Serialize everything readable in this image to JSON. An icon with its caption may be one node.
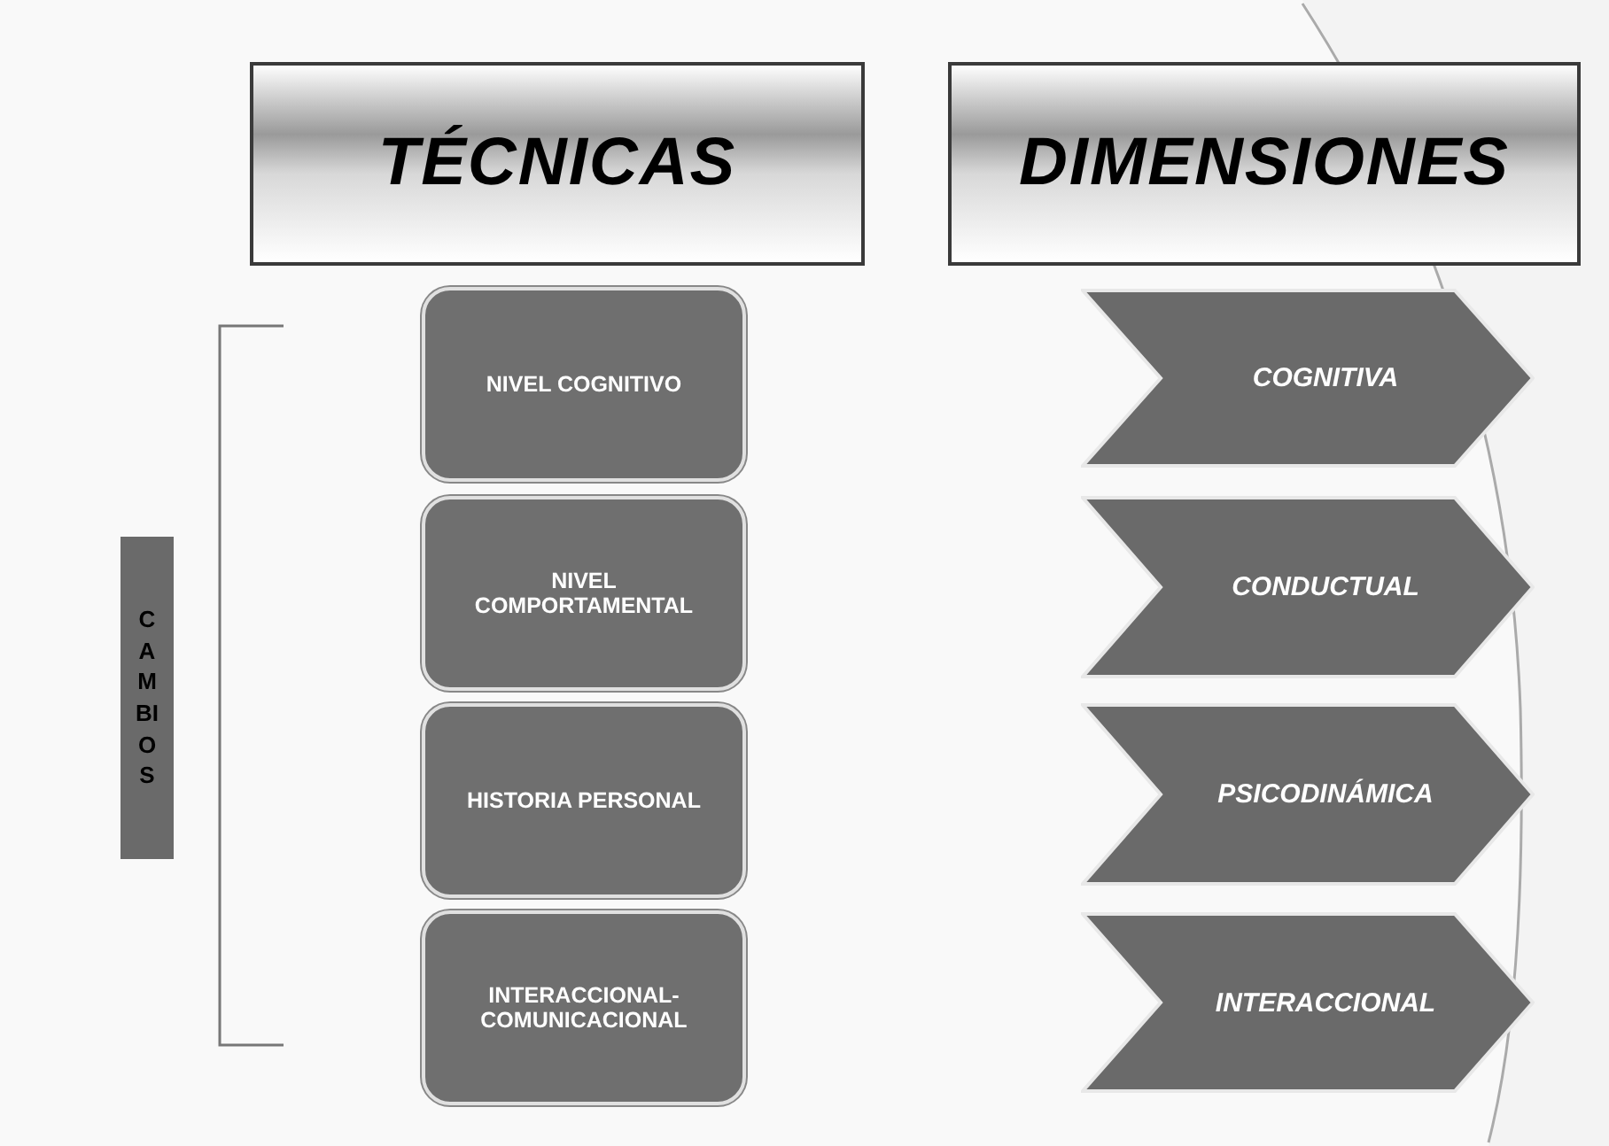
{
  "diagram": {
    "nodes": [
      {
        "text": [
          "TÉCNICAS"
        ]
      },
      {
        "text": [
          "DIMENSIONES"
        ]
      },
      {
        "text": [
          "NIVEL COGNITIVO"
        ]
      },
      {
        "text": [
          "NIVEL COMPORTAMENTAL"
        ]
      },
      {
        "text": [
          "HISTORIA PERSONAL"
        ]
      },
      {
        "text": [
          "INTERACCIONAL-COMUNICACIONAL"
        ]
      },
      {
        "text": [
          "COGNITIVA"
        ]
      },
      {
        "text": [
          "CONDUCTUAL"
        ]
      },
      {
        "text": [
          "PSICODINÁMICA"
        ]
      },
      {
        "text": [
          "INTERACCIONAL"
        ]
      },
      {
        "text": [
          "CAMBIOS"
        ]
      }
    ]
  }
}
